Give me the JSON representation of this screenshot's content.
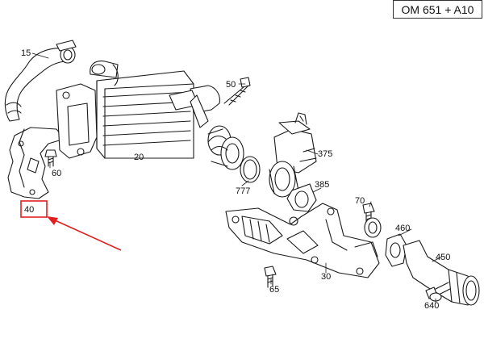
{
  "header": {
    "model_label": "OM 651 + A10"
  },
  "parts": {
    "p15": "15",
    "p20": "20",
    "p30": "30",
    "p40": "40",
    "p50": "50",
    "p60": "60",
    "p65": "65",
    "p70": "70",
    "p375": "375",
    "p385": "385",
    "p450": "450",
    "p460": "460",
    "p640": "640",
    "p777": "777"
  },
  "highlight": {
    "target_part": "40",
    "color": "#e02020"
  }
}
